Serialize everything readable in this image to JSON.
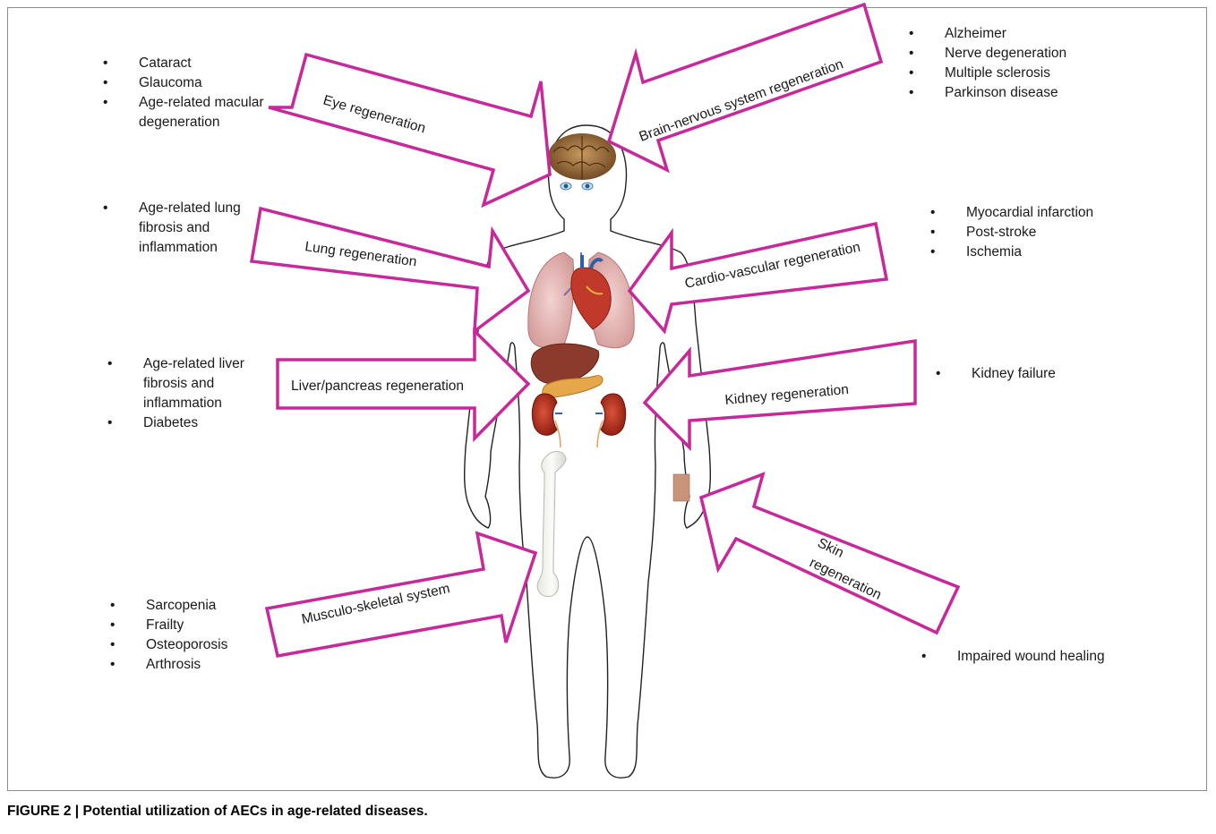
{
  "caption": {
    "prefix": "FIGURE 2 | ",
    "text": "Potential utilization of AECs in age-related diseases."
  },
  "colors": {
    "arrow_stroke": "#c7289a",
    "body_outline": "#222222",
    "frame": "#8c8c8c"
  },
  "arrows": {
    "eye": "Eye regeneration",
    "brain": "Brain-nervous system regeneration",
    "lung": "Lung regeneration",
    "cardio": "Cardio-vascular regeneration",
    "liver": "Liver/pancreas regeneration",
    "kidney": "Kidney regeneration",
    "musculo": "Musculo-skeletal system",
    "skin_line1": "Skin",
    "skin_line2": "regeneration"
  },
  "lists": {
    "eye": [
      "Cataract",
      "Glaucoma",
      "Age-related macular\ndegeneration"
    ],
    "brain": [
      "Alzheimer",
      "Nerve degeneration",
      "Multiple sclerosis",
      "Parkinson disease"
    ],
    "lung": [
      "Age-related lung\nfibrosis  and\ninflammation"
    ],
    "cardio": [
      "Myocardial infarction",
      "Post-stroke",
      "Ischemia"
    ],
    "liver": [
      "Age-related liver\nfibrosis  and\ninflammation",
      "Diabetes"
    ],
    "kidney": [
      "Kidney failure"
    ],
    "musculo": [
      "Sarcopenia",
      "Frailty",
      "Osteoporosis",
      "Arthrosis"
    ],
    "skin": [
      "Impaired wound healing"
    ]
  },
  "icons": [
    "brain-icon",
    "eye-icon",
    "lungs-icon",
    "heart-icon",
    "liver-icon",
    "pancreas-icon",
    "kidney-icon",
    "femur-bone-icon",
    "skin-patch-icon",
    "human-body-outline-icon"
  ]
}
